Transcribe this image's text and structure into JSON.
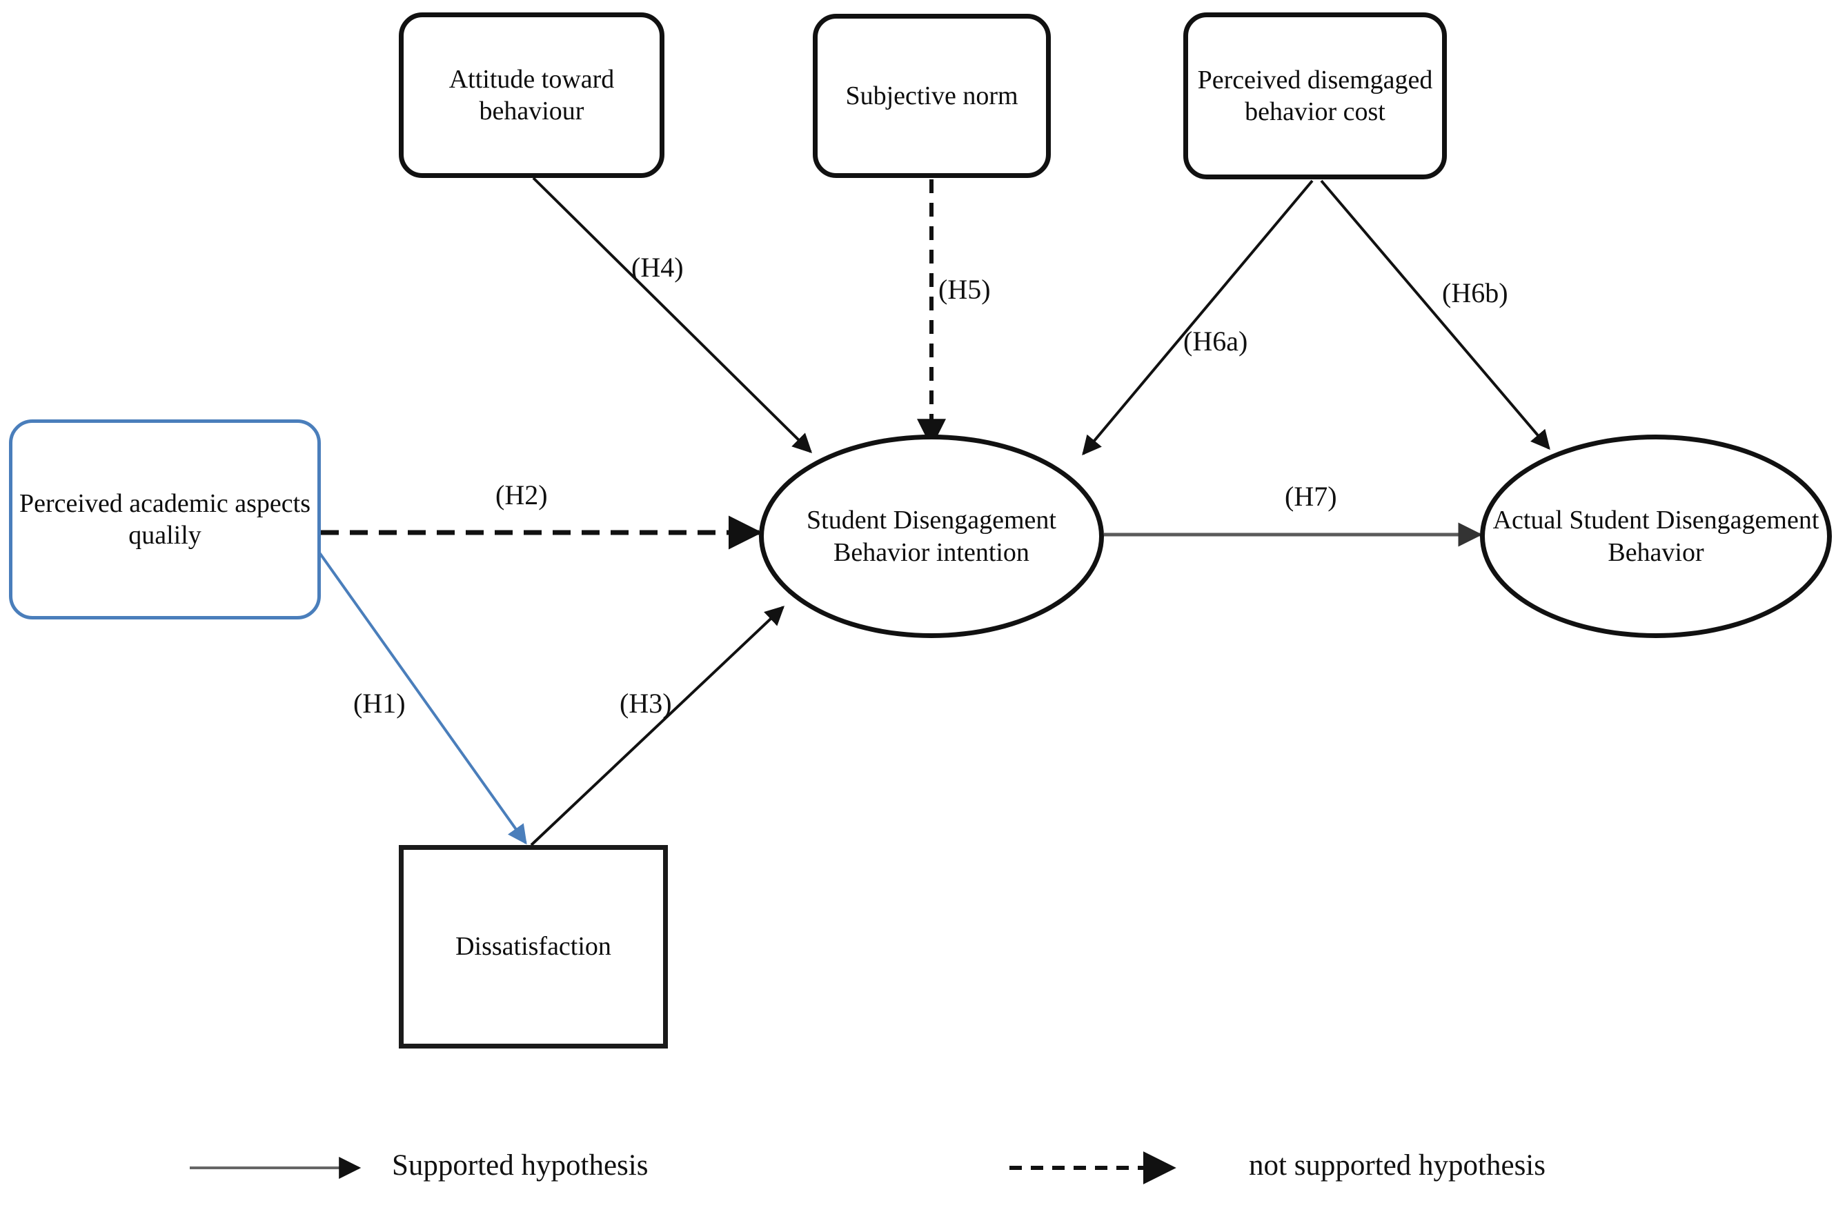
{
  "figure": {
    "type": "path-model-diagram",
    "background": "#ffffff"
  },
  "nodes": [
    {
      "id": "attitude",
      "name": "attitude-toward-behaviour",
      "shape": "rounded-rect",
      "label": "Attitude toward behaviour",
      "border_color": "#111111"
    },
    {
      "id": "subjective_norm",
      "name": "subjective-norm",
      "shape": "rounded-rect",
      "label": "Subjective norm",
      "border_color": "#111111"
    },
    {
      "id": "perceived_cost",
      "name": "perceived-disemgaged-behavior-cost",
      "shape": "rounded-rect",
      "label": "Perceived disemgaged behavior cost",
      "border_color": "#111111"
    },
    {
      "id": "perceived_quality",
      "name": "perceived-academic-aspects-qualily",
      "shape": "rounded-rect",
      "label": "Perceived academic aspects qualily",
      "border_color": "#4a7ebb"
    },
    {
      "id": "intention",
      "name": "student-disengagement-behavior-intention",
      "shape": "ellipse",
      "label": "Student Disengagement Behavior intention",
      "border_color": "#111111"
    },
    {
      "id": "actual",
      "name": "actual-student-disengagement-behavior",
      "shape": "ellipse",
      "label": "Actual Student Disengagement Behavior",
      "border_color": "#111111"
    },
    {
      "id": "dissatisfaction",
      "name": "dissatisfaction",
      "shape": "rect",
      "label": "Dissatisfaction",
      "border_color": "#1a1a1a"
    }
  ],
  "edges": [
    {
      "id": "h1",
      "label": "(H1)",
      "from": "perceived_quality",
      "to": "dissatisfaction",
      "style": "solid",
      "color": "#4a7ebb",
      "supported": true
    },
    {
      "id": "h2",
      "label": "(H2)",
      "from": "perceived_quality",
      "to": "intention",
      "style": "dashed",
      "color": "#111111",
      "supported": false
    },
    {
      "id": "h3",
      "label": "(H3)",
      "from": "dissatisfaction",
      "to": "intention",
      "style": "solid",
      "color": "#111111",
      "supported": true
    },
    {
      "id": "h4",
      "label": "(H4)",
      "from": "attitude",
      "to": "intention",
      "style": "solid",
      "color": "#111111",
      "supported": true
    },
    {
      "id": "h5",
      "label": "(H5)",
      "from": "subjective_norm",
      "to": "intention",
      "style": "dashed",
      "color": "#111111",
      "supported": false
    },
    {
      "id": "h6a",
      "label": "(H6a)",
      "from": "perceived_cost",
      "to": "intention",
      "style": "solid",
      "color": "#111111",
      "supported": true
    },
    {
      "id": "h6b",
      "label": "(H6b)",
      "from": "perceived_cost",
      "to": "actual",
      "style": "solid",
      "color": "#111111",
      "supported": true
    },
    {
      "id": "h7",
      "label": "(H7)",
      "from": "intention",
      "to": "actual",
      "style": "solid",
      "color": "#555555",
      "supported": true
    }
  ],
  "legend": {
    "supported": {
      "label": "Supported hypothesis",
      "line_style": "solid"
    },
    "not_supported": {
      "label": "not supported hypothesis",
      "line_style": "dashed"
    }
  }
}
